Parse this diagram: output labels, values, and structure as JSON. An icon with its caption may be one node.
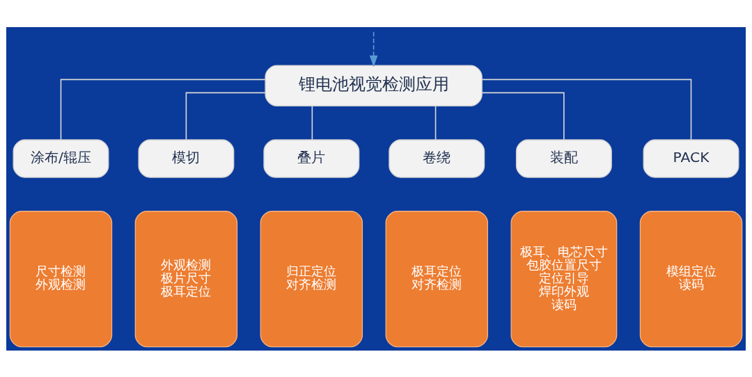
{
  "diagram": {
    "nodes": [
      {
        "text": [
          "锂电池视觉检测应用"
        ]
      },
      {
        "text": [
          "涂布/辊压"
        ]
      },
      {
        "text": [
          "模切"
        ]
      },
      {
        "text": [
          "叠片"
        ]
      },
      {
        "text": [
          "卷绕"
        ]
      },
      {
        "text": [
          "装配"
        ]
      },
      {
        "text": [
          "PACK"
        ]
      },
      {
        "text": [
          "尺寸检测",
          "外观检测"
        ]
      },
      {
        "text": [
          "外观检测",
          "极片尺寸",
          "极耳定位"
        ]
      },
      {
        "text": [
          "归正定位",
          "对齐检测"
        ]
      },
      {
        "text": [
          "极耳定位",
          "对齐检测"
        ]
      },
      {
        "text": [
          "极耳、电芯尺寸",
          "包胶位置尺寸",
          "定位引导",
          "焊印外观",
          "读码"
        ]
      },
      {
        "text": [
          "模组定位",
          "读码"
        ]
      }
    ],
    "edges": [
      {
        "from": null,
        "to": 0,
        "arrow": "to",
        "style": "dashed",
        "color": "#5b9bd5"
      },
      {
        "from": 0,
        "to": 1,
        "arrow": "none"
      },
      {
        "from": 0,
        "to": 2,
        "arrow": "none"
      },
      {
        "from": 0,
        "to": 3,
        "arrow": "none"
      },
      {
        "from": 0,
        "to": 4,
        "arrow": "none"
      },
      {
        "from": 0,
        "to": 5,
        "arrow": "none"
      },
      {
        "from": 0,
        "to": 6,
        "arrow": "none"
      }
    ]
  }
}
